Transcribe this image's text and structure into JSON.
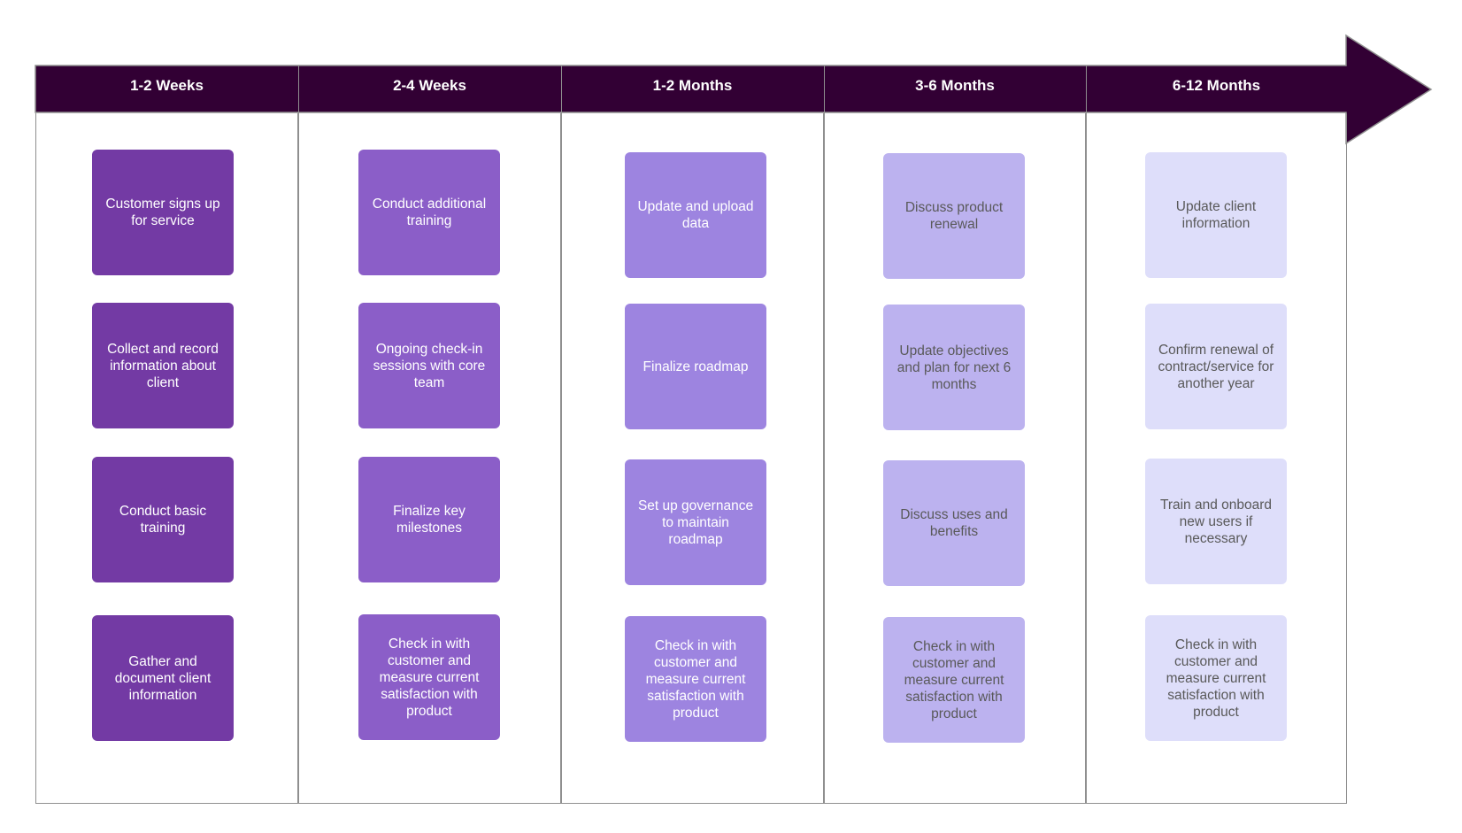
{
  "colors": {
    "header": "#320034",
    "col0": "#733aa4",
    "col1": "#8b5ec8",
    "col2": "#9d84e0",
    "col3": "#bcb2ef",
    "col4": "#dedefa",
    "text_light": "#ffffff",
    "text_dark": "#595959"
  },
  "columns": [
    {
      "label": "1-2 Weeks",
      "cards": [
        "Customer signs up for service",
        "Collect and record information about client",
        "Conduct basic training",
        "Gather and document client information"
      ]
    },
    {
      "label": "2-4 Weeks",
      "cards": [
        "Conduct additional training",
        "Ongoing check-in sessions with core team",
        "Finalize key milestones",
        "Check in with customer and measure current satisfaction with product"
      ]
    },
    {
      "label": "1-2 Months",
      "cards": [
        "Update and upload data",
        "Finalize roadmap",
        "Set up governance to maintain roadmap",
        "Check in with customer and measure current satisfaction with product"
      ]
    },
    {
      "label": "3-6 Months",
      "cards": [
        "Discuss product renewal",
        "Update objectives and plan for next 6 months",
        "Discuss uses and benefits",
        "Check in with customer and measure current satisfaction with product"
      ]
    },
    {
      "label": "6-12 Months",
      "cards": [
        "Update client information",
        "Confirm renewal of contract/service for another year",
        "Train and onboard new users if necessary",
        "Check in with customer and measure current satisfaction with product"
      ]
    }
  ]
}
